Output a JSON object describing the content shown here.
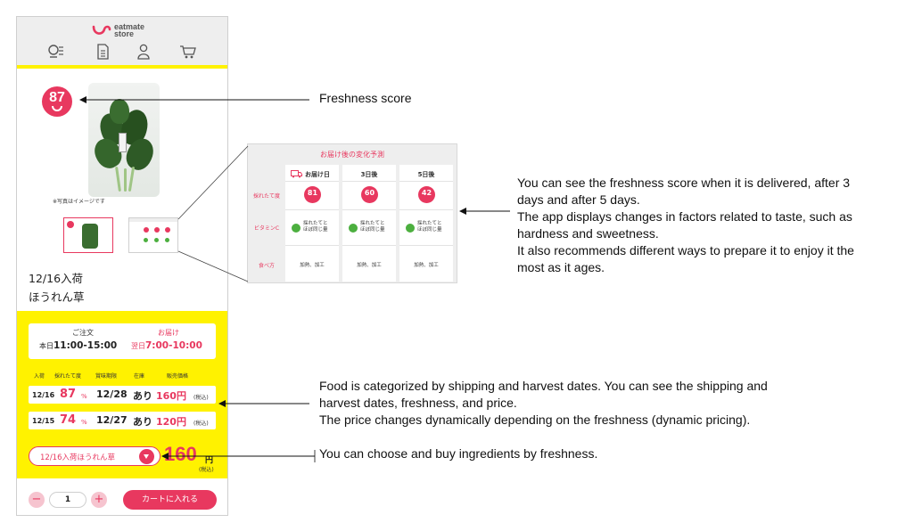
{
  "app": {
    "logo_line1": "eatmate",
    "logo_line2": "store",
    "nav_icons": [
      "search-list-icon",
      "document-icon",
      "user-icon",
      "cart-icon"
    ]
  },
  "product": {
    "freshness_score": "87",
    "photo_note": "※写真はイメージです",
    "arrival": "12/16入荷",
    "name": "ほうれん草"
  },
  "order": {
    "order_label": "ご注文",
    "order_prefix": "本日",
    "order_time": "11:00-15:00",
    "delivery_label": "お届け",
    "delivery_prefix": "翌日",
    "delivery_time": "7:00-10:00"
  },
  "table": {
    "headers": [
      "入荷",
      "採れたて度",
      "賞味期限",
      "在庫",
      "販売価格"
    ],
    "rows": [
      {
        "date": "12/16",
        "freshness": "87",
        "pct": "%",
        "expiry": "12/28",
        "stock": "あり",
        "price": "160円",
        "tax": "(税込)"
      },
      {
        "date": "12/15",
        "freshness": "74",
        "pct": "%",
        "expiry": "12/27",
        "stock": "あり",
        "price": "120円",
        "tax": "(税込)"
      }
    ]
  },
  "purchase": {
    "selected_lot": "12/16入荷ほうれん草",
    "price": "160",
    "yen": "円",
    "tax": "(税込)",
    "minus": "−",
    "quantity": "1",
    "plus": "+",
    "cart_label": "カートに入れる"
  },
  "forecast": {
    "title": "お届け後の変化予測",
    "row_labels": [
      "採れたて度",
      "ビタミンC",
      "食べ方"
    ],
    "columns": [
      {
        "head": "お届け日",
        "score": "81",
        "vitamin_line1": "採れたてと",
        "vitamin_line2": "ほぼ同じ量",
        "prep": "加熱、加工"
      },
      {
        "head": "3日後",
        "score": "60",
        "vitamin_line1": "採れたてと",
        "vitamin_line2": "ほぼ同じ量",
        "prep": "加熱、加工"
      },
      {
        "head": "5日後",
        "score": "42",
        "vitamin_line1": "採れたてと",
        "vitamin_line2": "ほぼ同じ量",
        "prep": "加熱、加工"
      }
    ]
  },
  "annotations": {
    "freshness": "Freshness score",
    "forecast": [
      "You can see the freshness score when it is delivered, after 3",
      "days and after 5 days.",
      "The app displays changes in factors related to taste, such as",
      "hardness and sweetness.",
      "It also recommends different ways to prepare it to enjoy it the",
      "most as it ages."
    ],
    "table": [
      "Food is categorized by shipping and harvest dates. You can see the shipping and",
      "harvest dates, freshness, and price.",
      "The price changes dynamically depending on the freshness (dynamic pricing)."
    ],
    "selector": "You can choose and buy ingredients by freshness."
  },
  "colors": {
    "accent": "#e8385f",
    "highlight": "#fff200",
    "header": "#eeeeee",
    "vitamin_dot": "#4caf3f"
  }
}
